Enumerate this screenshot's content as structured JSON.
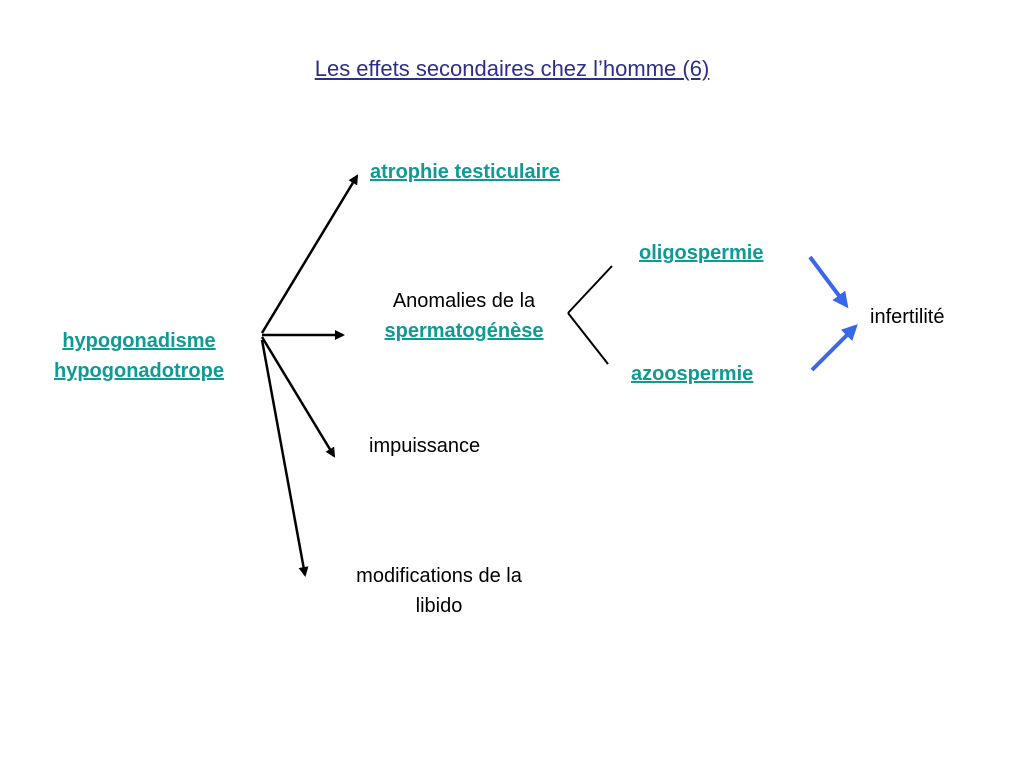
{
  "slide": {
    "title": "Les effets secondaires chez l’homme (6)"
  },
  "nodes": {
    "source_line1": "hypogonadisme",
    "source_line2": "hypogonadotrope",
    "atrophie": "atrophie testiculaire",
    "anomalies_line1": "Anomalies de la",
    "anomalies_line2": "spermatogénèse",
    "impuissance": "impuissance",
    "libido_line1": "modifications de la",
    "libido_line2": "libido",
    "oligospermie": "oligospermie",
    "azoospermie": "azoospermie",
    "infertilite": "infertilité"
  },
  "colors": {
    "title": "#2e2e8c",
    "link": "#0f9a93",
    "arrow_black": "#000000",
    "arrow_blue": "#3a66ec"
  }
}
